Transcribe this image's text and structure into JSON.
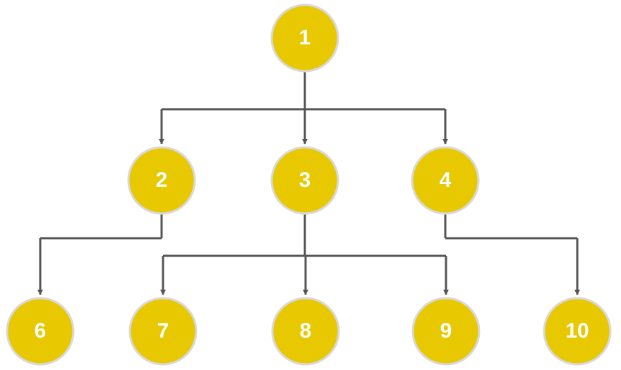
{
  "colors": {
    "node_fill": "#E8C800",
    "node_border": "#D9D9D9",
    "connector": "#555555",
    "label": "#FFFFFF"
  },
  "nodes": [
    {
      "id": "1",
      "label": "1",
      "level": 0
    },
    {
      "id": "2",
      "label": "2",
      "level": 1
    },
    {
      "id": "3",
      "label": "3",
      "level": 1
    },
    {
      "id": "4",
      "label": "4",
      "level": 1
    },
    {
      "id": "6",
      "label": "6",
      "level": 2
    },
    {
      "id": "7",
      "label": "7",
      "level": 2
    },
    {
      "id": "8",
      "label": "8",
      "level": 2
    },
    {
      "id": "9",
      "label": "9",
      "level": 2
    },
    {
      "id": "10",
      "label": "10",
      "level": 2
    }
  ],
  "edges": [
    {
      "from": "1",
      "to": "2"
    },
    {
      "from": "1",
      "to": "3"
    },
    {
      "from": "1",
      "to": "4"
    },
    {
      "from": "2",
      "to": "6"
    },
    {
      "from": "3",
      "to": "7"
    },
    {
      "from": "3",
      "to": "8"
    },
    {
      "from": "3",
      "to": "9"
    },
    {
      "from": "4",
      "to": "10"
    }
  ]
}
